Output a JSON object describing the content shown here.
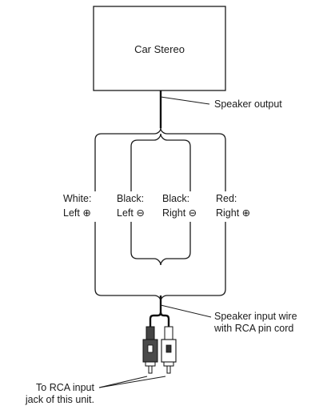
{
  "stereo_label": "Car Stereo",
  "speaker_output_label": "Speaker output",
  "channels": [
    {
      "line1": "White:",
      "line2": "Left ⊕"
    },
    {
      "line1": "Black:",
      "line2": "Left ⊖"
    },
    {
      "line1": "Black:",
      "line2": "Right ⊖"
    },
    {
      "line1": "Red:",
      "line2": "Right ⊕"
    }
  ],
  "speaker_input_line1": "Speaker input wire",
  "speaker_input_line2": "with RCA pin cord",
  "rca_input_line1": "To RCA input",
  "rca_input_line2": "jack of this unit.",
  "icons": {
    "plus": "circle-plus-icon",
    "minus": "circle-minus-icon"
  }
}
